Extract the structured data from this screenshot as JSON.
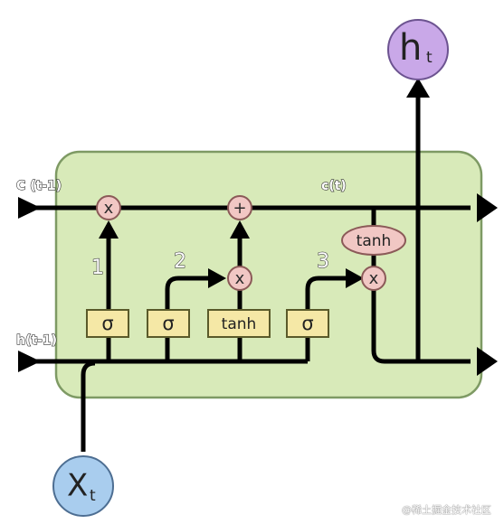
{
  "diagram": {
    "input_cell_state": "C (t-1)",
    "output_cell_state": "c(t)",
    "input_hidden_state": "h(t-1)",
    "input_x": {
      "main": "X",
      "sub": "t"
    },
    "output_h": {
      "main": "h",
      "sub": "t"
    },
    "steps": [
      "1",
      "2",
      "3"
    ],
    "gates": [
      "σ",
      "σ",
      "tanh",
      "σ"
    ],
    "ops": {
      "forget": "x",
      "add": "+",
      "input": "x",
      "output": "x"
    },
    "cell_tanh": "tanh",
    "colors": {
      "cell_background": "#d8eab9",
      "op_circle": "#f1c7c4",
      "gate_box": "#f5e8a6",
      "input_x_circle": "#a9cdee",
      "output_h_circle": "#c9a8e8"
    }
  },
  "watermark": "@稀土掘金技术社区"
}
